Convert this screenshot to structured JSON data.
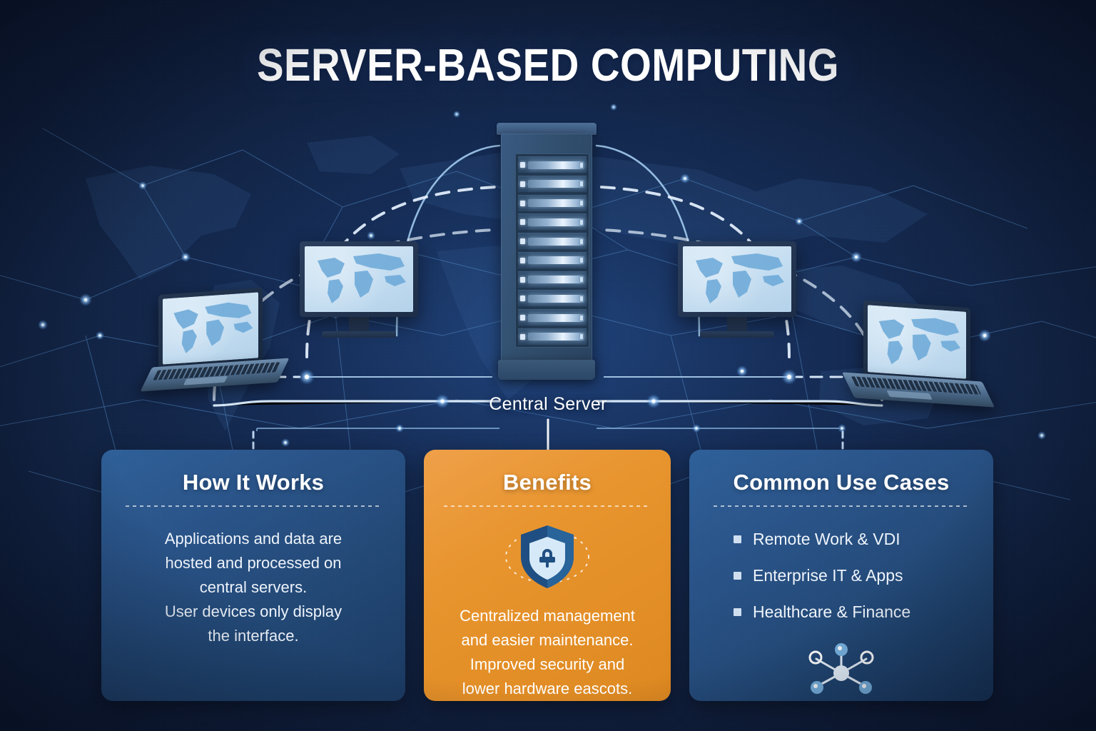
{
  "title": "SERVER-BASED COMPUTING",
  "diagram": {
    "center_label": "Central Server",
    "server_rack": {
      "name": "server-rack",
      "bay_count": 10
    },
    "devices": [
      {
        "name": "laptop-left",
        "type": "laptop",
        "screen": "world-map"
      },
      {
        "name": "monitor-left",
        "type": "monitor",
        "screen": "world-map"
      },
      {
        "name": "monitor-right",
        "type": "monitor",
        "screen": "world-map"
      },
      {
        "name": "laptop-right",
        "type": "laptop",
        "screen": "world-map"
      }
    ]
  },
  "cards": {
    "how": {
      "title": "How It Works",
      "body": "Applications and data are hosted and processed on central servers.\nUser devices only display the interface.",
      "body_lines": [
        "Applications and data are",
        "hosted and processed on",
        "central servers.",
        "User devices only display",
        "the interface."
      ]
    },
    "benefits": {
      "title": "Benefits",
      "icon": "shield-lock-icon",
      "body_lines": [
        "Centralized management",
        "and easier maintenance.",
        "Improved security and",
        "lower hardware eascots."
      ]
    },
    "use_cases": {
      "title": "Common Use Cases",
      "icon": "network-hub-icon",
      "items": [
        "Remote Work & VDI",
        "Enterprise IT & Apps",
        "Healthcare & Finance"
      ]
    }
  },
  "colors": {
    "background_dark": "#0d1a33",
    "background_mid": "#16294d",
    "card_blue": "#2a5489",
    "card_orange": "#e8952f",
    "accent_glow": "#cfe6ff",
    "text_white": "#ffffff"
  }
}
